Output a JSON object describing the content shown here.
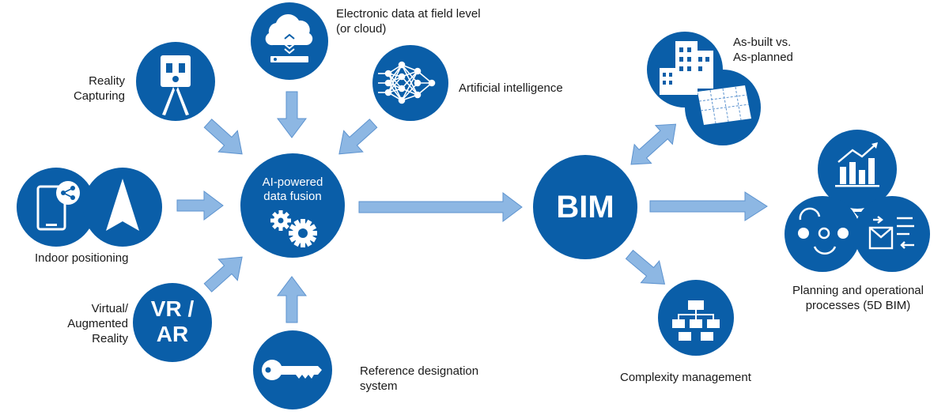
{
  "colors": {
    "circle": "#0a5ea8",
    "arrow": "#8db7e3",
    "arrow_stroke": "#5d93cf",
    "text": "#1a1a1a",
    "white": "#ffffff"
  },
  "nodes": {
    "cloud": {
      "label": "Electronic data at field level\n(or cloud)",
      "icon": "cloud-data-icon"
    },
    "reality": {
      "label": "Reality\nCapturing",
      "icon": "tripod-scanner-icon"
    },
    "ai": {
      "label": "Artificial intelligence",
      "icon": "neural-network-icon"
    },
    "indoor": {
      "label": "Indoor positioning",
      "icon": "tablet-share-icon",
      "icon2": "navigation-arrow-icon"
    },
    "fusion": {
      "label": "AI-powered\ndata fusion",
      "icon": "gears-icon"
    },
    "vrar": {
      "label": "Virtual/\nAugmented\nReality",
      "badge": "VR /\nAR"
    },
    "reference": {
      "label": "Reference designation\nsystem",
      "icon": "key-icon"
    },
    "bim": {
      "badge": "BIM"
    },
    "asbuilt": {
      "label": "As-built vs.\nAs-planned",
      "icon": "buildings-blueprint-icon"
    },
    "complexity": {
      "label": "Complexity management",
      "icon": "org-chart-icon"
    },
    "planning": {
      "label": "Planning and operational\nprocesses (5D BIM)",
      "icon": "bar-chart-icon",
      "icon2": "people-icon",
      "icon3": "mail-list-icon"
    }
  }
}
